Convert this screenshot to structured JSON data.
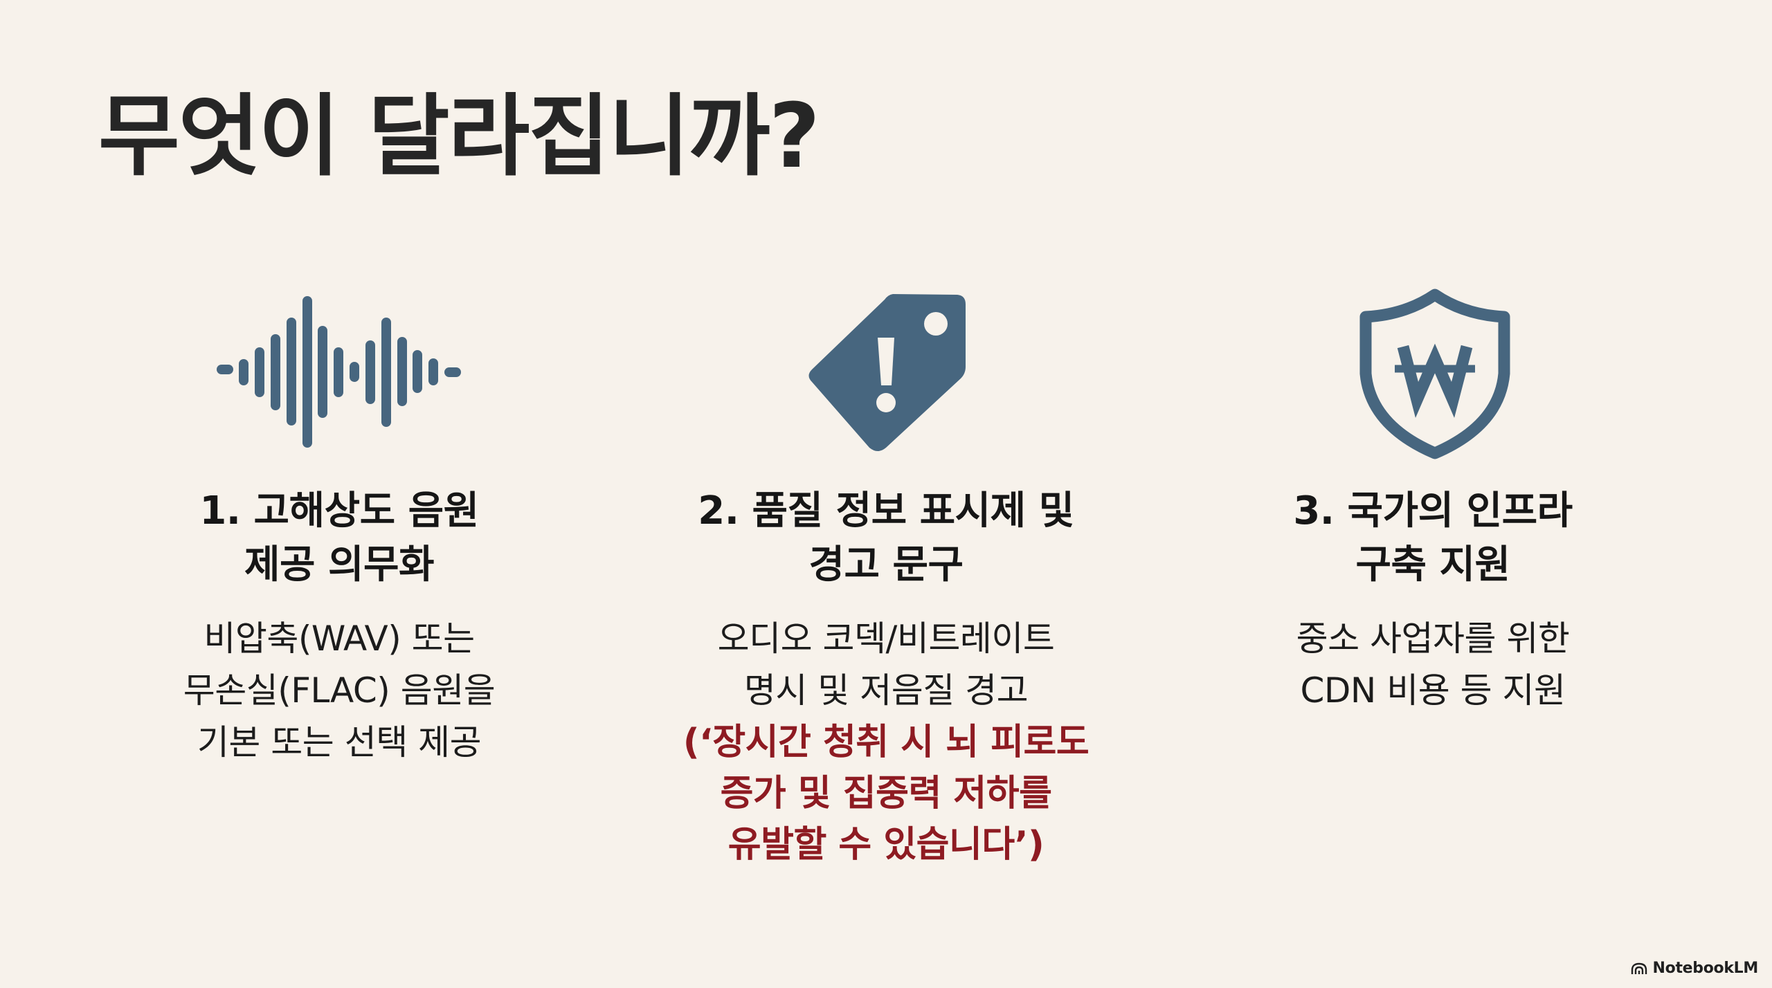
{
  "slide": {
    "title": "무엇이 달라집니까?",
    "colors": {
      "background": "#f7f2eb",
      "icon": "#47667f",
      "title_text": "#262626",
      "warning_text": "#8e1b22"
    }
  },
  "columns": [
    {
      "icon": "sound-waveform-icon",
      "heading_lines": [
        "1. 고해상도 음원",
        "제공 의무화"
      ],
      "body_lines": [
        "비압축(WAV) 또는",
        "무손실(FLAC) 음원을",
        "기본 또는 선택 제공"
      ],
      "warning_lines": []
    },
    {
      "icon": "warning-price-tag-icon",
      "heading_lines": [
        "2. 품질 정보 표시제 및",
        "경고 문구"
      ],
      "body_lines": [
        "오디오 코덱/비트레이트",
        "명시 및 저음질 경고"
      ],
      "warning_lines": [
        "(‘장시간 청취 시 뇌 피로도",
        "증가 및 집중력 저하를",
        "유발할 수 있습니다’)"
      ]
    },
    {
      "icon": "won-shield-icon",
      "heading_lines": [
        "3. 국가의 인프라",
        "구축 지원"
      ],
      "body_lines": [
        "중소 사업자를 위한",
        "CDN 비용 등 지원"
      ],
      "warning_lines": []
    }
  ],
  "footer": {
    "brand_label": "NotebookLM",
    "brand_icon": "notebooklm-logo-icon"
  }
}
